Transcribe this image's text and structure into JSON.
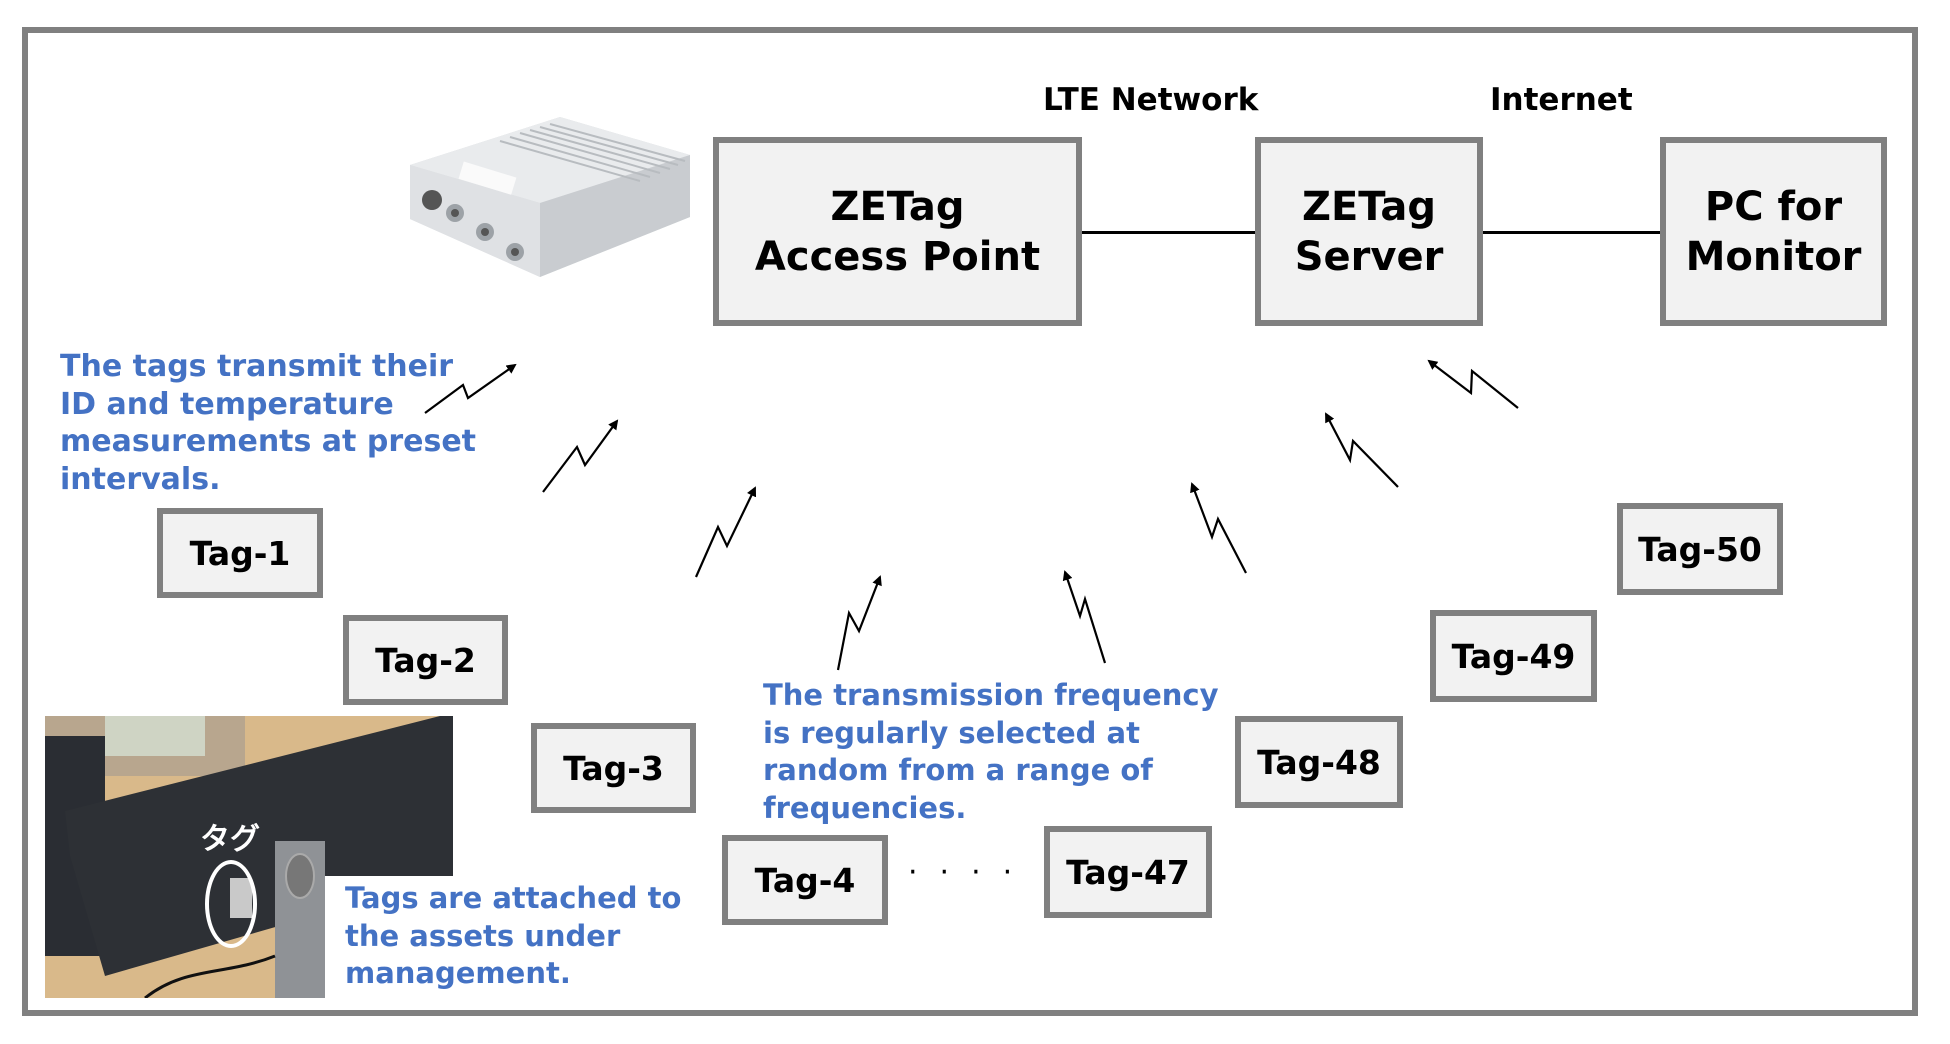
{
  "network_labels": {
    "lte": "LTE Network",
    "internet": "Internet"
  },
  "nodes": {
    "access_point": [
      "ZETag",
      "Access Point"
    ],
    "server": [
      "ZETag",
      "Server"
    ],
    "pc": [
      "PC for",
      "Monitor"
    ]
  },
  "tags": {
    "tag1": "Tag-1",
    "tag2": "Tag-2",
    "tag3": "Tag-3",
    "tag4": "Tag-4",
    "tag47": "Tag-47",
    "tag48": "Tag-48",
    "tag49": "Tag-49",
    "tag50": "Tag-50"
  },
  "ellipsis": "····",
  "notes": {
    "transmit": [
      "The tags transmit their",
      "ID and temperature",
      "measurements at preset",
      "intervals."
    ],
    "frequency": [
      "The transmission frequency",
      "is regularly selected at",
      "random from a range of",
      "frequencies."
    ],
    "attached": [
      "Tags are attached to",
      "the assets under",
      "management."
    ]
  },
  "photo_label": "タグ",
  "colors": {
    "note_text": "#4472c4",
    "box_fill": "#f2f2f2",
    "box_border": "#808080"
  }
}
